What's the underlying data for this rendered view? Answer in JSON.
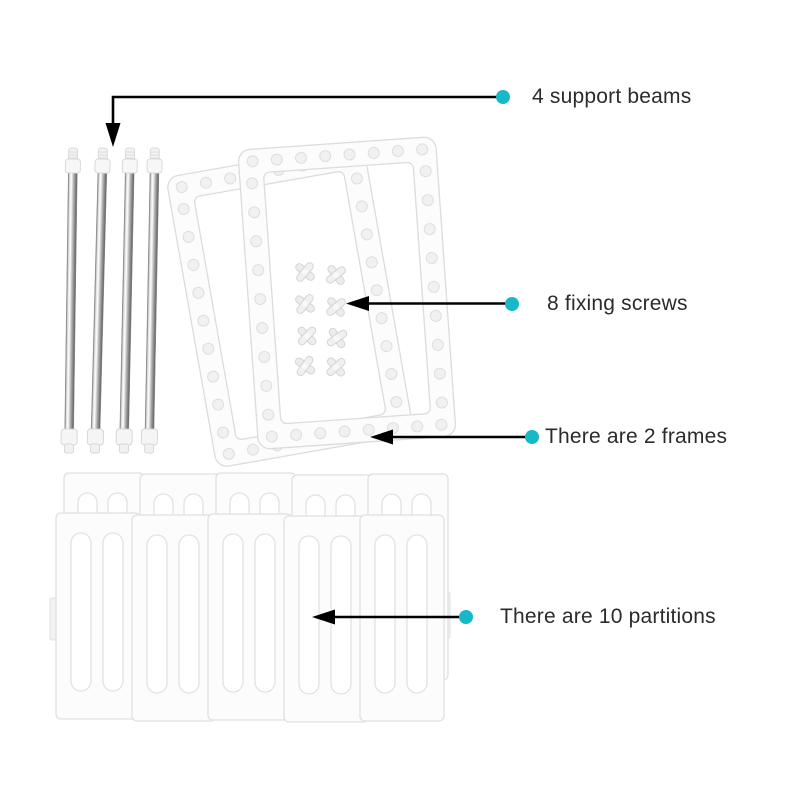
{
  "diagram": {
    "background": "#ffffff",
    "labels": {
      "support_beams": "4 support beams",
      "fixing_screws": "8 fixing screws",
      "frames": "There are 2 frames",
      "partitions": "There are 10 partitions"
    },
    "counts": {
      "support_beams": 4,
      "fixing_screws": 8,
      "frames": 2,
      "partitions": 10
    },
    "colors": {
      "bullet_dot": "#17b8c8",
      "arrow": "#000000",
      "label_text": "#2b2b2b",
      "part_white": "#fcfcfc",
      "part_outline": "#e0e0e0",
      "hole_fill": "#f1f1f1",
      "metal_dark": "#6a6a6a",
      "metal_light": "#ffffff"
    }
  }
}
